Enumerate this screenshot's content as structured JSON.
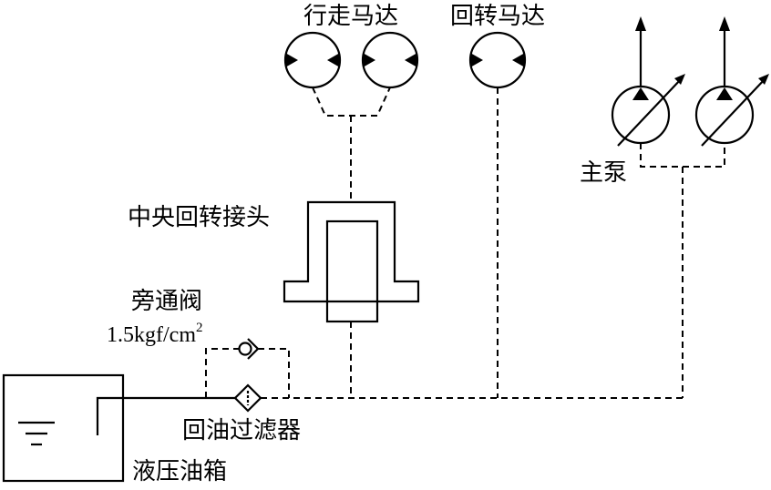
{
  "labels": {
    "travel_motor": "行走马达",
    "swing_motor": "回转马达",
    "main_pump": "主泵",
    "center_joint": "中央回转接头",
    "bypass_valve": "旁通阀",
    "bypass_pressure": "1.5kgf/cm",
    "bypass_pressure_exp": "2",
    "return_filter": "回油过滤器",
    "tank": "液压油箱"
  }
}
